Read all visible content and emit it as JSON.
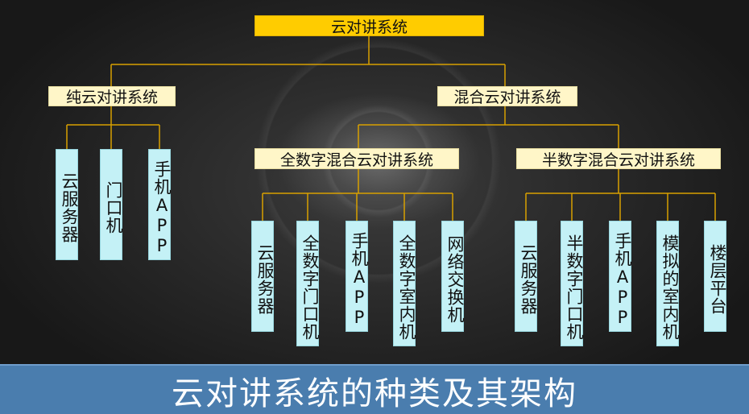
{
  "root": "云对讲系统",
  "pure": {
    "label": "纯云对讲系统",
    "items": [
      "云服务器",
      "门口机",
      "手机APP"
    ]
  },
  "hybrid": {
    "label": "混合云对讲系统",
    "full_digital": {
      "label": "全数字混合云对讲系统",
      "items": [
        "云服务器",
        "全数字门口机",
        "手机APP",
        "全数字室内机",
        "网络交换机"
      ]
    },
    "semi_digital": {
      "label": "半数字混合云对讲系统",
      "items": [
        "云服务器",
        "半数字门口机",
        "手机APP",
        "模拟的室内机",
        "楼层平台"
      ]
    }
  },
  "footer_title": "云对讲系统的种类及其架构",
  "colors": {
    "root_fill": "#ffcc00",
    "category_fill": "#fff6c8",
    "leaf_fill": "#c4f1f6",
    "connector": "#d8a000",
    "footer_band": "#4a7dae"
  }
}
